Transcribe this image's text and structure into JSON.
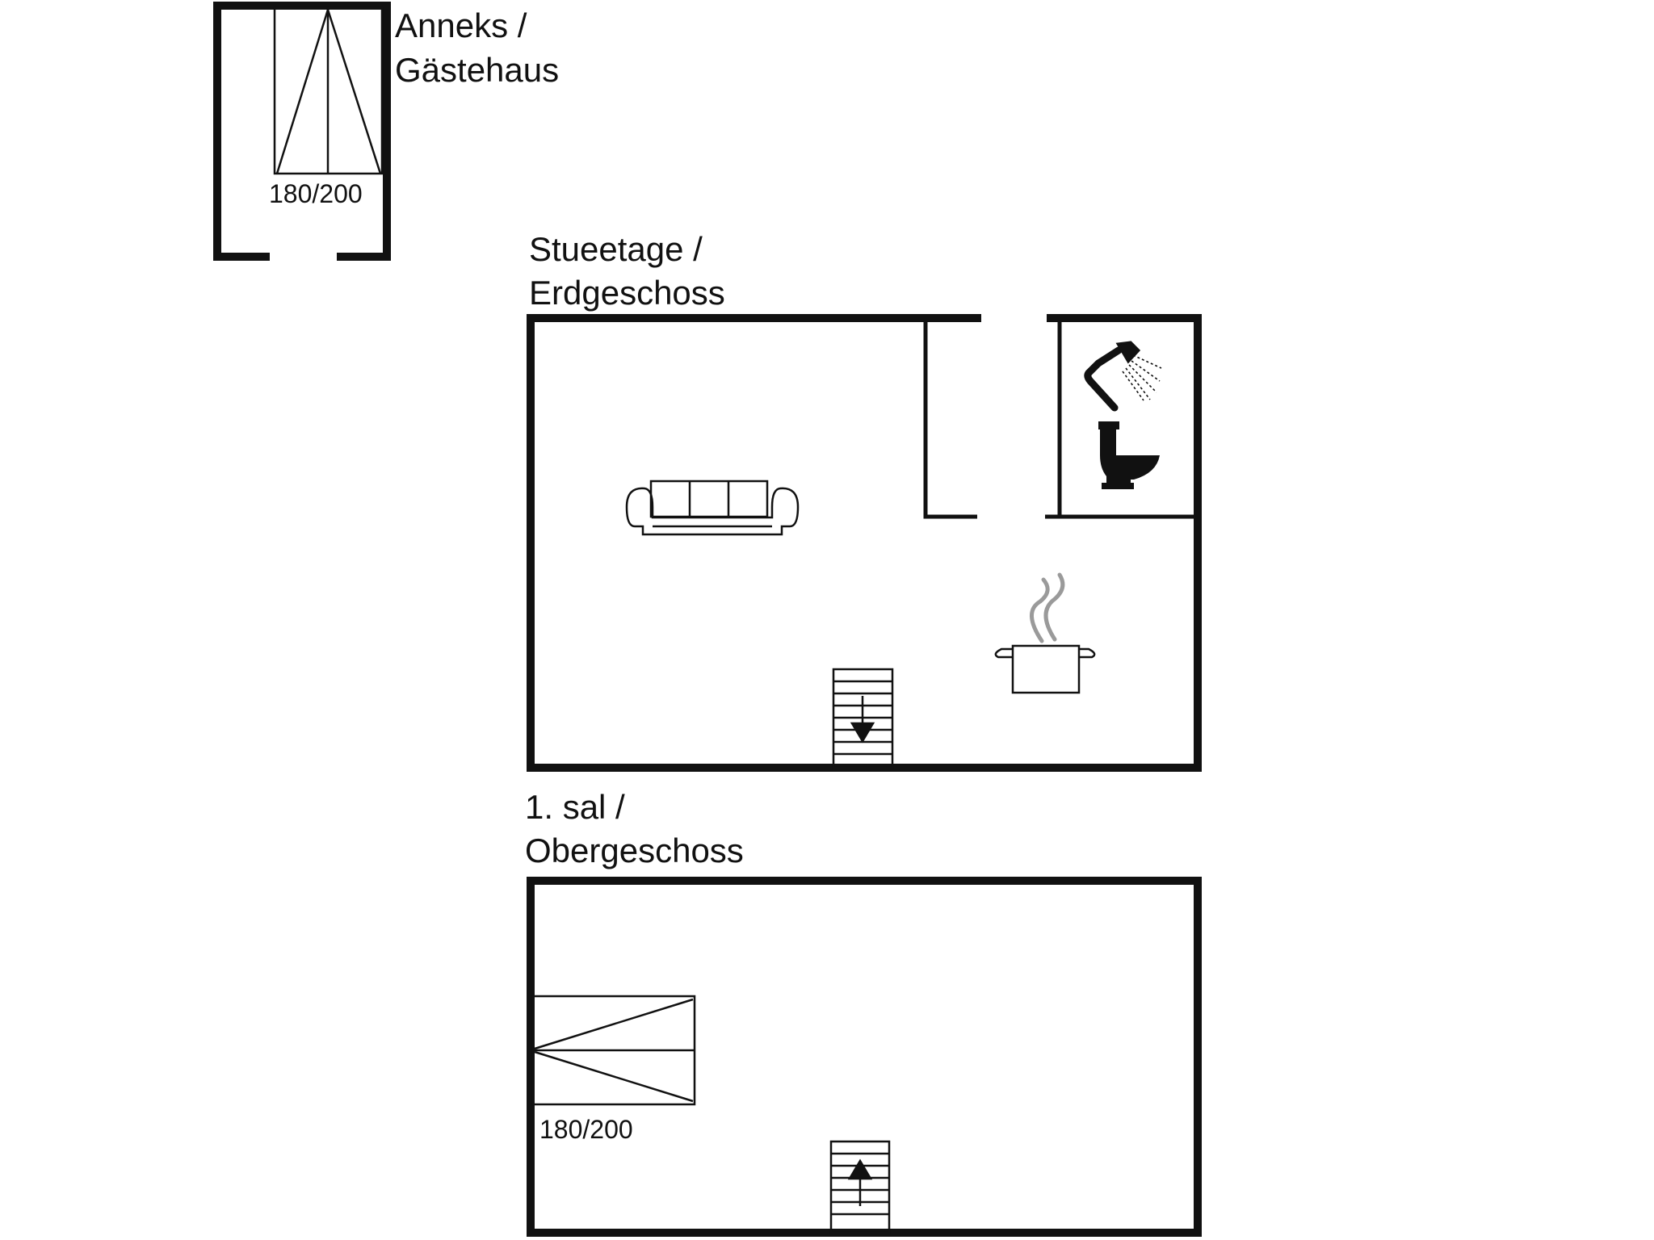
{
  "colors": {
    "wall": "#111111",
    "background": "#ffffff",
    "steam": "#9a9a9a"
  },
  "floors": {
    "annex": {
      "title_line1": "Anneks /",
      "title_line2": "Gästehaus",
      "bed_size": "180/200",
      "icons": [
        "double-bed-icon"
      ]
    },
    "ground": {
      "title_line1": "Stueetage /",
      "title_line2": "Erdgeschoss",
      "icons": [
        "sofa-icon",
        "shower-icon",
        "toilet-icon",
        "cooking-pot-icon",
        "stairs-down-icon"
      ]
    },
    "upper": {
      "title_line1": "1. sal /",
      "title_line2": "Obergeschoss",
      "bed_size": "180/200",
      "icons": [
        "double-bed-icon",
        "stairs-up-icon"
      ]
    }
  }
}
